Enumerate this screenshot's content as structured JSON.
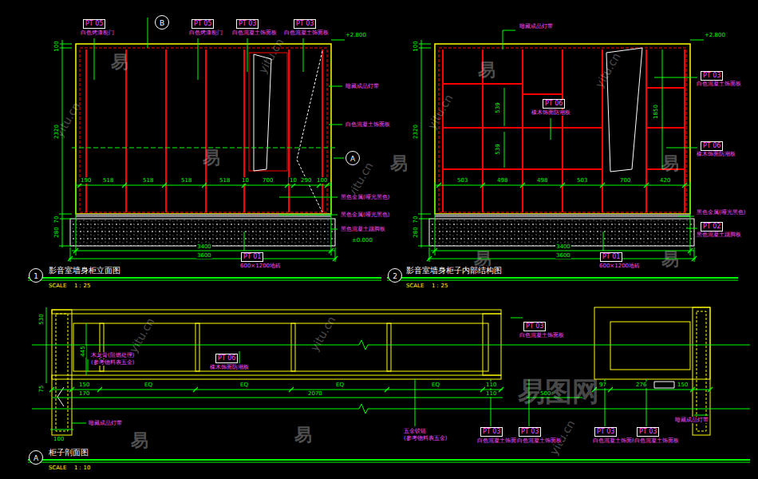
{
  "diagram": {
    "nodes": [
      {
        "text": [
          "PT 05"
        ]
      },
      {
        "text": [
          "B"
        ]
      },
      {
        "text": [
          "PT 05"
        ]
      },
      {
        "text": [
          "PT 03"
        ]
      },
      {
        "text": [
          "PT 03"
        ]
      },
      {
        "text": [
          "PT 06"
        ]
      },
      {
        "text": [
          "PT 03"
        ]
      },
      {
        "text": [
          "PT 06"
        ]
      },
      {
        "text": [
          "A"
        ]
      },
      {
        "text": [
          "PT 02"
        ]
      },
      {
        "text": [
          "PT 01"
        ]
      },
      {
        "text": [
          "PT 01"
        ]
      },
      {
        "text": [
          "1"
        ]
      },
      {
        "text": [
          "2"
        ]
      },
      {
        "text": [
          "PT 03"
        ]
      },
      {
        "text": [
          "PT 06"
        ]
      },
      {
        "text": [
          "PT 03"
        ]
      },
      {
        "text": [
          "PT 03"
        ]
      },
      {
        "text": [
          "PT 03"
        ]
      },
      {
        "text": [
          "PT 03"
        ]
      },
      {
        "text": [
          "A"
        ]
      }
    ],
    "labels": [
      "白色烤漆柜门",
      "白色烤漆柜门",
      "白色混凝土饰面板",
      "白色混凝土饰面板",
      "+2.800",
      "暗藏成品灯带",
      "白色混凝土饰面板",
      "黑色金属(哑光黑色)",
      "黑色金属(哑光黑色)",
      "黑色混凝土踢脚板",
      "±0.000",
      "100",
      "2320",
      "70",
      "280",
      "190",
      "518",
      "518",
      "518",
      "518",
      "10",
      "700",
      "10",
      "290",
      "100",
      "3400",
      "3600",
      "600×1200地砖",
      "暗藏成品灯带",
      "+2.800",
      "白色混凝土饰面板",
      "橡木饰面防潮板",
      "1850",
      "539",
      "539",
      "橡木饰面防潮板",
      "503",
      "498",
      "498",
      "503",
      "700",
      "420",
      "100",
      "2320",
      "70",
      "280",
      "黑色金属(哑光黑色)",
      "黑色混凝土踢脚板",
      "3400",
      "3600",
      "600×1200地砖",
      "影音室墙身柜立面图",
      "SCALE",
      "1：25",
      "影音室墙身柜子内部结构图",
      "SCALE",
      "1：25",
      "530",
      "445",
      "75",
      "100",
      "150",
      "170",
      "EQ",
      "EQ",
      "EQ",
      "EQ",
      "2070",
      "110",
      "110",
      "500",
      "97",
      "276",
      "150",
      "白色混凝土饰面板",
      "橡木饰面防潮板",
      "木龙骨(阻燃处理)",
      "(参考物料表五金)",
      "暗藏成品灯带",
      "五金铰链",
      "(参考物料表五金)",
      "白色混凝土饰面板",
      "白色混凝土饰面板",
      "白色混凝土饰面板",
      "白色混凝土饰面板",
      "暗藏成品灯带",
      "柜子剖面图",
      "SCALE",
      "1：10",
      "易",
      "易",
      "易",
      "易",
      "易",
      "易",
      "易",
      "易",
      "易",
      "yitu.cn",
      "yitu.cn",
      "yitu.cn",
      "yitu.cn",
      "yitu.cn",
      "yitu.cn",
      "yitu.cn",
      "yitu.cn",
      "易图网"
    ]
  }
}
